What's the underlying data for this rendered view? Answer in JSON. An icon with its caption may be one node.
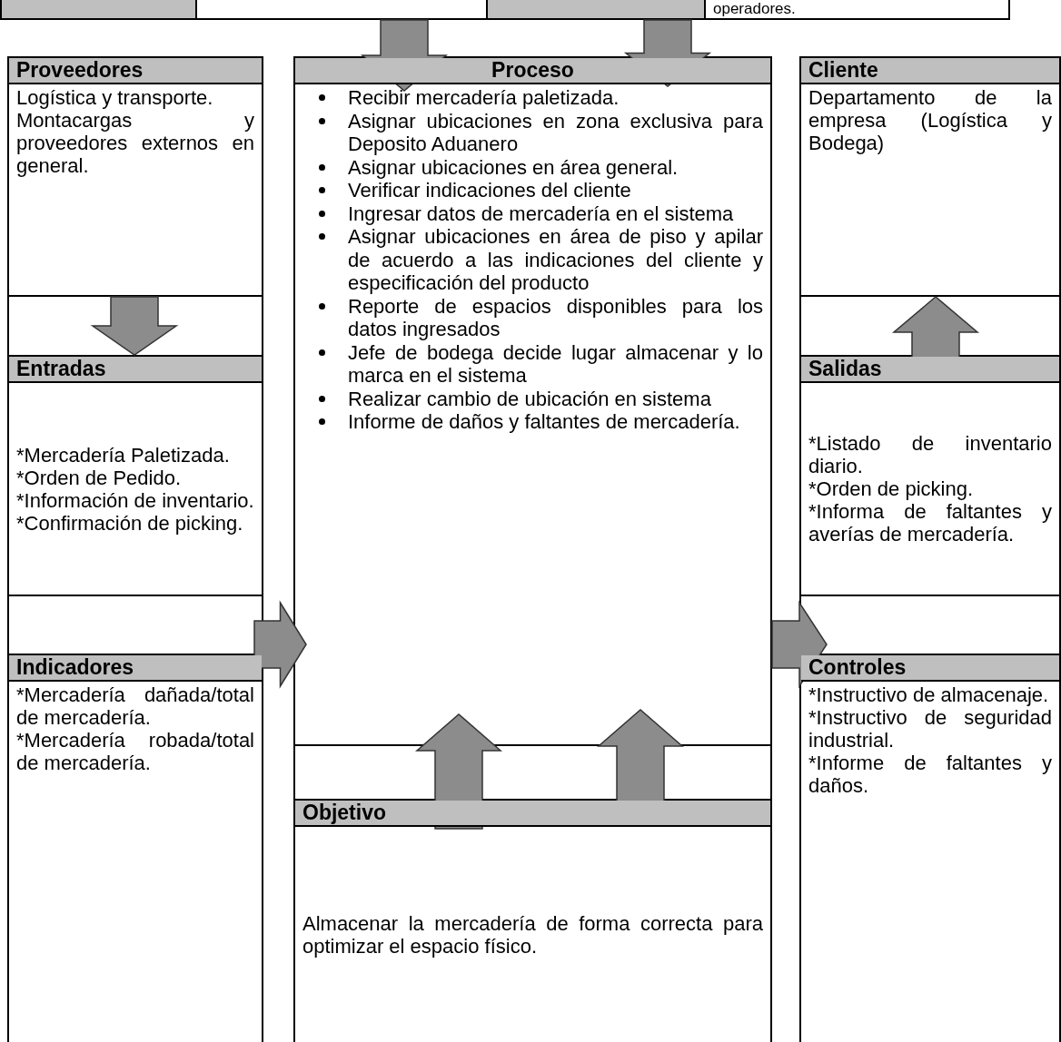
{
  "diagram": {
    "nodes": [
      {
        "text": [],
        "shape": "box"
      },
      {
        "text": [],
        "shape": "box"
      },
      {
        "text": [],
        "shape": "box"
      },
      {
        "text": [
          "operadores."
        ]
      },
      {
        "text": [
          "Proveedores",
          "Logística y transporte.",
          "Montacargas y proveedores externos en general."
        ]
      },
      {
        "text": [
          "Proceso",
          "Recibir mercadería paletizada.",
          "Asignar ubicaciones en zona exclusiva para Deposito Aduanero",
          "Asignar ubicaciones en área general.",
          "Verificar indicaciones del cliente",
          "Ingresar datos de mercadería en el sistema",
          "Asignar ubicaciones en área de piso y apilar de acuerdo a las indicaciones del cliente y especificación del producto",
          "Reporte de espacios disponibles para los datos ingresados",
          "Jefe de bodega decide lugar almacenar y lo marca en el sistema",
          "Realizar cambio de ubicación en sistema",
          "Informe de daños y faltantes de mercadería."
        ]
      },
      {
        "text": [
          "Cliente",
          "Departamento de la empresa (Logística y Bodega)"
        ]
      },
      {
        "text": [
          "Entradas",
          "*Mercadería Paletizada.",
          "*Orden de Pedido.",
          "*Información de inventario.",
          "*Confirmación de picking."
        ]
      },
      {
        "text": [
          "Salidas",
          "*Listado de inventario diario.",
          "*Orden de picking.",
          "*Informa de faltantes y averías de mercadería."
        ]
      },
      {
        "text": [
          "Indicadores",
          "*Mercadería dañada/total de mercadería.",
          "*Mercadería robada/total de mercadería."
        ]
      },
      {
        "text": [
          "Objetivo",
          "Almacenar la mercadería de forma correcta para optimizar el espacio físico."
        ]
      },
      {
        "text": [
          "Controles",
          "*Instructivo de almacenaje.",
          "*Instructivo de seguridad industrial.",
          "*Informe de faltantes y daños."
        ]
      }
    ],
    "edges": [
      {
        "from": 1,
        "to": 5,
        "arrow": "to"
      },
      {
        "from": 2,
        "to": 5,
        "arrow": "to"
      },
      {
        "from": 4,
        "to": 7,
        "arrow": "to"
      },
      {
        "from": 7,
        "to": 5,
        "arrow": "to"
      },
      {
        "from": 5,
        "to": 8,
        "arrow": "to"
      },
      {
        "from": 8,
        "to": 6,
        "arrow": "to"
      },
      {
        "from": 10,
        "to": 5,
        "arrow": "to"
      },
      {
        "from": 10,
        "to": 5,
        "arrow": "to"
      }
    ]
  }
}
